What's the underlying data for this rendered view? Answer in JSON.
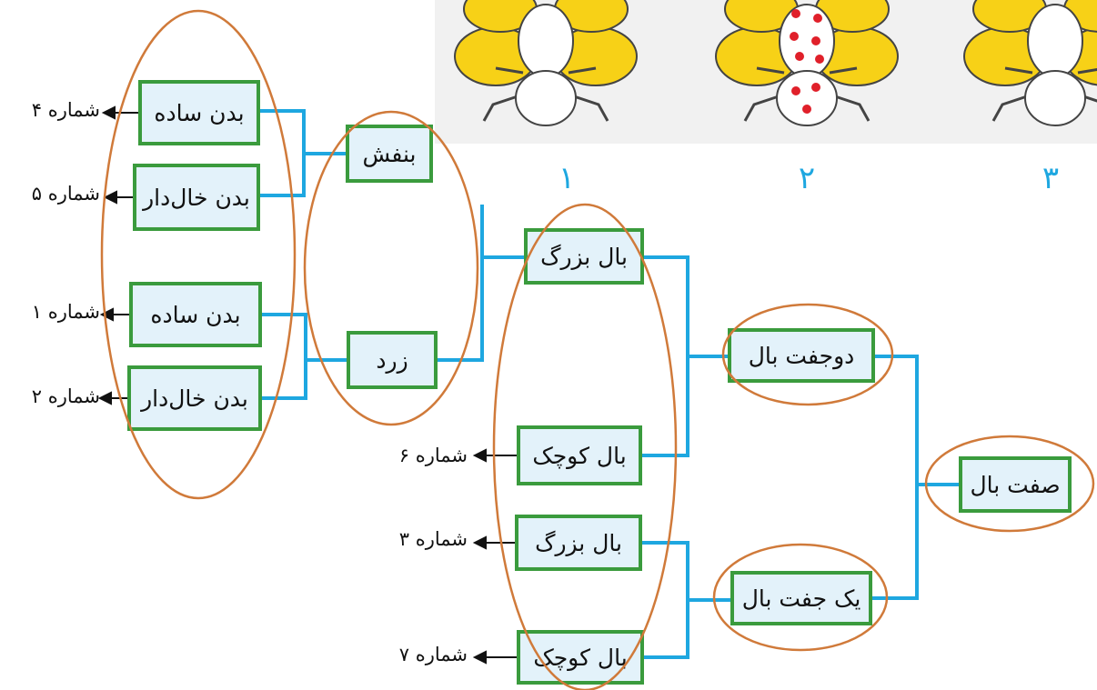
{
  "colors": {
    "connector": "#1ea7e0",
    "box_border": "#3a9b3d",
    "box_fill": "#e3f2fa",
    "ellipse": "#d07a3a",
    "wing_yellow": "#f7d117",
    "spot_red": "#e0202a"
  },
  "insect_numbers": [
    "۱",
    "۲",
    "۳"
  ],
  "boxes": {
    "root": "صفت بال",
    "two_pairs": "دوجفت بال",
    "one_pair": "یک جفت بال",
    "big_wing_a": "بال بزرگ",
    "small_wing_a": "بال کوچک",
    "big_wing_b": "بال بزرگ",
    "small_wing_b": "بال کوچک",
    "purple": "بنفش",
    "yellow": "زرد",
    "plain_body_a": "بدن ساده",
    "spotted_body_a": "بدن خال‌دار",
    "plain_body_b": "بدن ساده",
    "spotted_body_b": "بدن خال‌دار"
  },
  "outputs": {
    "n4": "شماره ۴",
    "n5": "شماره ۵",
    "n1": "شماره ۱",
    "n2": "شماره ۲",
    "n6": "شماره ۶",
    "n3": "شماره ۳",
    "n7": "شماره ۷"
  }
}
